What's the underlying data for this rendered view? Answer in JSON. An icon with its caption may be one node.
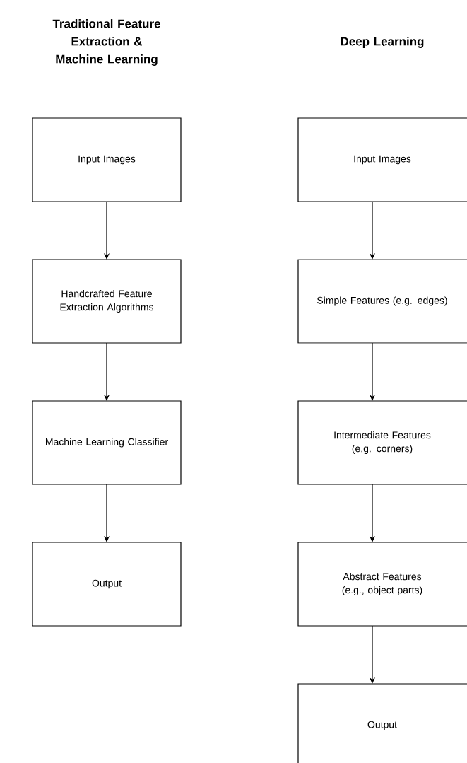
{
  "diagram": {
    "nodes": [
      {
        "text": [
          "Input Images"
        ]
      },
      {
        "text": [
          "Handcrafted Feature Extraction Algorithms"
        ]
      },
      {
        "text": [
          "Machine Learning Classifier"
        ]
      },
      {
        "text": [
          "Output"
        ]
      },
      {
        "text": [
          "Input Images"
        ]
      },
      {
        "text": [
          "Simple Features (e.g. edges)"
        ]
      },
      {
        "text": [
          "Intermediate Features (e.g. corners)"
        ]
      },
      {
        "text": [
          "Abstract Features (e.g., object parts)"
        ]
      },
      {
        "text": [
          "Output"
        ]
      }
    ],
    "edges": [
      {
        "from": 0,
        "to": 1,
        "arrow": "to"
      },
      {
        "from": 1,
        "to": 2,
        "arrow": "to"
      },
      {
        "from": 2,
        "to": 3,
        "arrow": "to"
      },
      {
        "from": 4,
        "to": 5,
        "arrow": "to"
      },
      {
        "from": 5,
        "to": 6,
        "arrow": "to"
      },
      {
        "from": 6,
        "to": 7,
        "arrow": "to"
      },
      {
        "from": 7,
        "to": 8,
        "arrow": "to"
      }
    ],
    "labels": [
      "Traditional Feature Extraction & Machine Learning",
      "Deep Learning"
    ]
  }
}
